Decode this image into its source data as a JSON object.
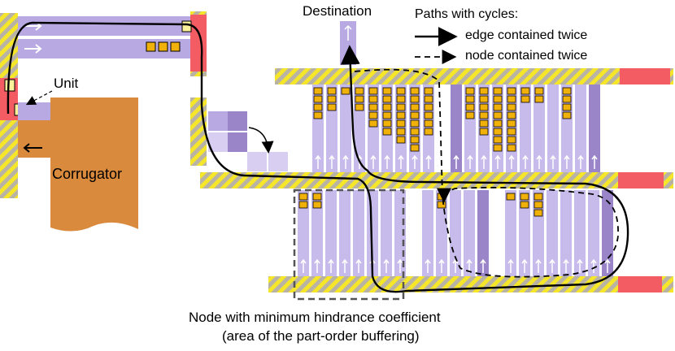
{
  "labels": {
    "destination": "Destination",
    "unit": "Unit",
    "corrugator": "Corrugator",
    "node_caption_line1": "Node with minimum hindrance coefficient",
    "node_caption_line2": "(area of the part-order buffering)"
  },
  "legend": {
    "title": "Paths with cycles:",
    "items": [
      {
        "label": "edge contained twice",
        "style": "solid"
      },
      {
        "label": "node contained twice",
        "style": "dashed"
      }
    ]
  },
  "colors": {
    "lane": "#b8a9e2",
    "lane_dark": "#9a85c8",
    "hazard_yellow": "#f5e62a",
    "hazard_stripe": "#b9b3a6",
    "conveyor_end": "#f25c62",
    "unit": "#f0b10a",
    "unit_highlight": "#fbf19a",
    "corrugator": "#d98a3c"
  }
}
